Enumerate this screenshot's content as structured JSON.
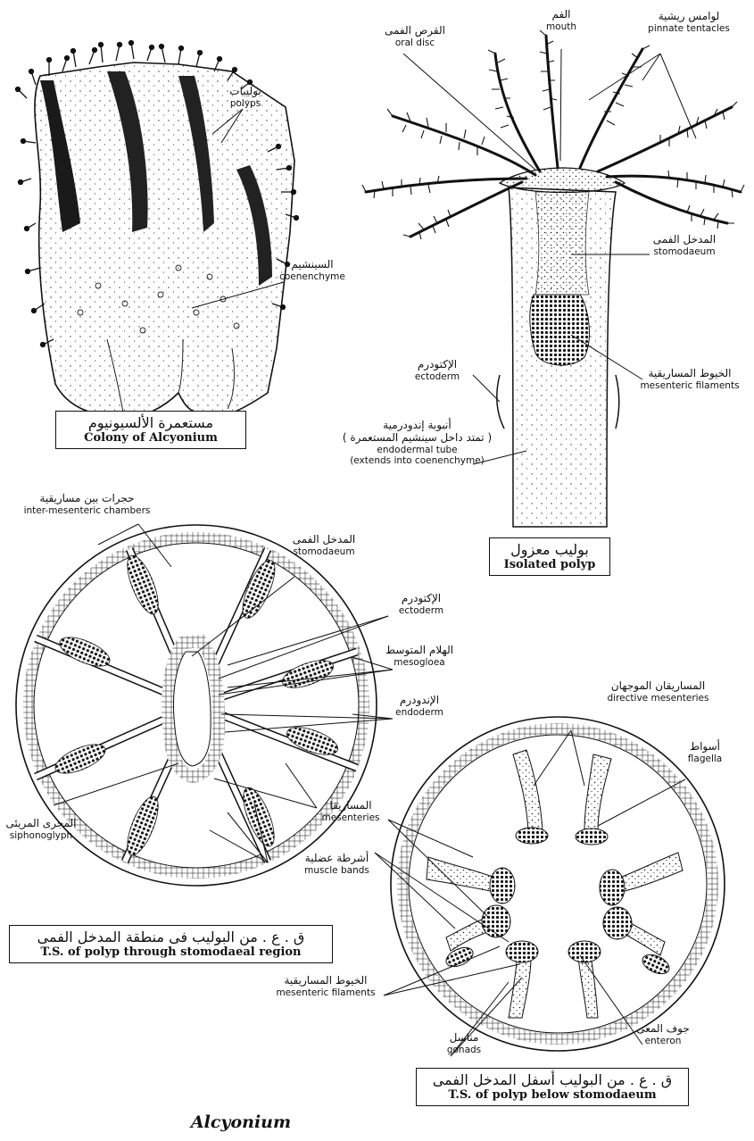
{
  "title": "Alcyonium",
  "captions": {
    "colony": {
      "ar": "مستعمرة الألسيونيوم",
      "en": "Colony of Alcyonium"
    },
    "isolated": {
      "ar": "بوليب معزول",
      "en": "Isolated polyp"
    },
    "ts1": {
      "ar": "ق . ع . من البوليب فى منطقة المدخل الفمى",
      "en": "T.S. of polyp through stomodaeal region"
    },
    "ts2": {
      "ar": "ق . ع . من البوليب أسفل المدخل الفمى",
      "en": "T.S. of polyp below stomodaeum"
    }
  },
  "labels": {
    "polyps": {
      "ar": "بوليبات",
      "en": "polyps"
    },
    "coenenchyme": {
      "ar": "السينشيم",
      "en": "coenenchyme"
    },
    "oral_disc": {
      "ar": "القرص الفمى",
      "en": "oral disc"
    },
    "mouth": {
      "ar": "الفم",
      "en": "mouth"
    },
    "pinnate_tentacles": {
      "ar": "لوامس ريشية",
      "en": "pinnate tentacles"
    },
    "stomodaeum_top": {
      "ar": "المدخل الفمى",
      "en": "stomodaeum"
    },
    "mesenteric_filaments_top": {
      "ar": "الخيوط المساريقية",
      "en": "mesenteric filaments"
    },
    "ectoderm_top": {
      "ar": "الإكتودرم",
      "en": "ectoderm"
    },
    "endodermal_tube": {
      "ar1": "أنبوبة إندودرمية",
      "ar2": "( تمتد داخل سينشيم المستعمرة )",
      "en1": "endodermal tube",
      "en2": "(extends into coenenchyme)"
    },
    "inter_mesenteric": {
      "ar": "حجرات بين مساريقية",
      "en": "inter-mesenteric chambers"
    },
    "stomodaeum_mid": {
      "ar": "المدخل الفمى",
      "en": "stomodaeum"
    },
    "ectoderm_mid": {
      "ar": "الإكتودرم",
      "en": "ectoderm"
    },
    "mesogloea": {
      "ar": "الهلام المتوسط",
      "en": "mesogloea"
    },
    "endoderm": {
      "ar": "الإندودرم",
      "en": "endoderm"
    },
    "siphonoglyph": {
      "ar": "المجرى المريئى",
      "en": "siphonoglyph"
    },
    "mesenteries": {
      "ar": "المساريقا",
      "en": "mesenteries"
    },
    "muscle_bands": {
      "ar": "أشرطة عضلية",
      "en": "muscle bands"
    },
    "directive_mesenteries": {
      "ar": "المساريقان الموجهان",
      "en": "directive mesenteries"
    },
    "flagella": {
      "ar": "أسواط",
      "en": "flagella"
    },
    "mesenteric_filaments_bot": {
      "ar": "الخيوط المساريقية",
      "en": "mesenteric filaments"
    },
    "gonads": {
      "ar": "مناسل",
      "en": "gonads"
    },
    "enteron": {
      "ar": "جوف المعى",
      "en": "enteron"
    }
  }
}
